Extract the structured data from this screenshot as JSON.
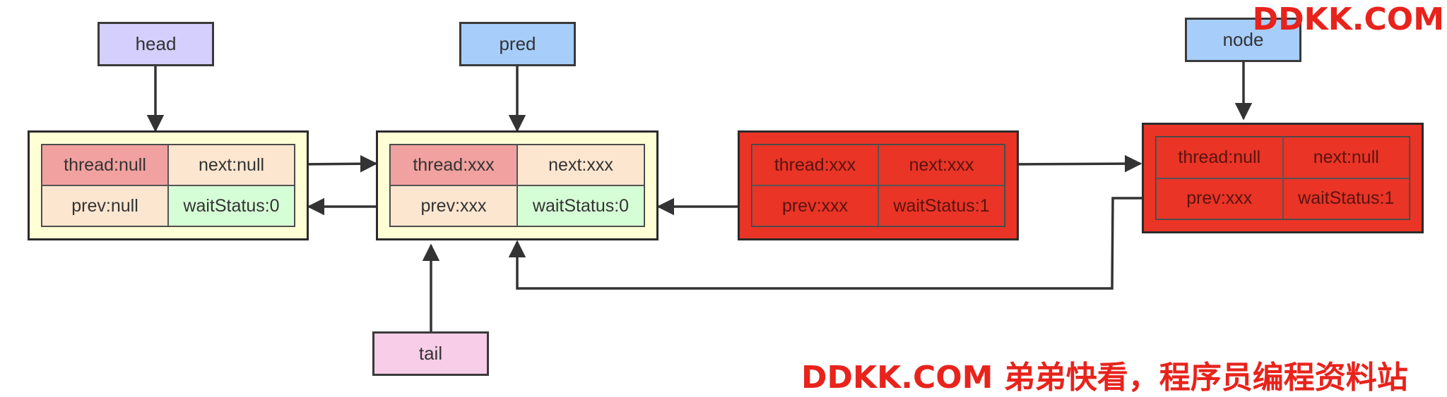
{
  "labels": {
    "head": "head",
    "pred": "pred",
    "node": "node",
    "tail": "tail"
  },
  "nodes": [
    {
      "thread": "thread:null",
      "next": "next:null",
      "prev": "prev:null",
      "waitStatus": "waitStatus:0"
    },
    {
      "thread": "thread:xxx",
      "next": "next:xxx",
      "prev": "prev:xxx",
      "waitStatus": "waitStatus:0"
    },
    {
      "thread": "thread:xxx",
      "next": "next:xxx",
      "prev": "prev:xxx",
      "waitStatus": "waitStatus:1"
    },
    {
      "thread": "thread:null",
      "next": "next:null",
      "prev": "prev:xxx",
      "waitStatus": "waitStatus:1"
    }
  ],
  "watermarks": {
    "top": "DDKK.COM",
    "bottom": "DDKK.COM 弟弟快看，程序员编程资料站"
  },
  "colors": {
    "head_fill": "#d4cffc",
    "pred_fill": "#a7cdfb",
    "node_fill": "#a7cdfb",
    "tail_fill": "#f8cde7",
    "node_bg": "#ffffd6",
    "thread_cell": "#f1a19f",
    "next_cell": "#fde6d0",
    "prev_cell": "#fde6d0",
    "status_cell": "#d6fed6",
    "cancelled": "#e93426",
    "watermark": "#e8231c"
  }
}
